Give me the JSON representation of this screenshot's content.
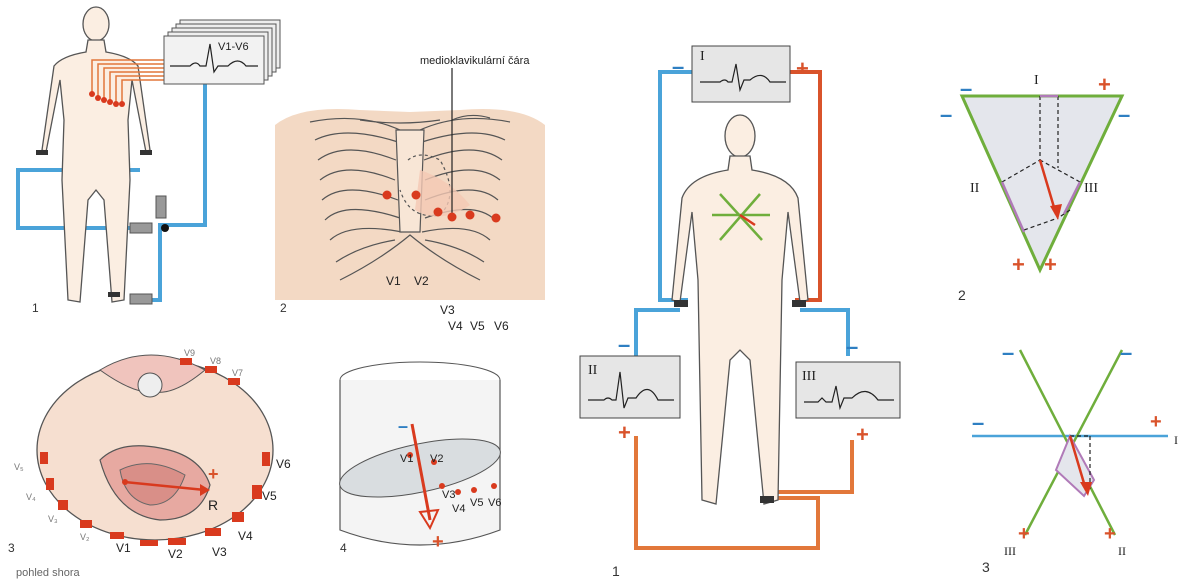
{
  "panel1": {
    "number": "1",
    "monitor_label": "V1-V6"
  },
  "panel2": {
    "number": "2",
    "annotation": "medioklavikulární čára",
    "leads": [
      "V1",
      "V2",
      "V3",
      "V4",
      "V5",
      "V6"
    ]
  },
  "panel3": {
    "number": "3",
    "caption": "pohled shora",
    "leads_front": [
      "V1",
      "V2",
      "V3",
      "V4",
      "V5",
      "V6"
    ],
    "leads_back": [
      "V7",
      "V8",
      "V9"
    ],
    "leads_right": [
      "V₁",
      "V₂",
      "V₃",
      "V₄",
      "V₅"
    ],
    "vector_label": "R",
    "plus": "+"
  },
  "panel4": {
    "number": "4",
    "leads": [
      "V1",
      "V2",
      "V3",
      "V4",
      "V5",
      "V6"
    ],
    "minus": "–",
    "plus": "+"
  },
  "einthoven_fig": {
    "number": "1",
    "lead_I": "I",
    "lead_II": "II",
    "lead_III": "III",
    "minus": "–",
    "plus": "+"
  },
  "triangle_fig": {
    "number": "2",
    "lead_I": "I",
    "lead_II": "II",
    "lead_III": "III",
    "minus": "–",
    "plus": "+"
  },
  "axes_fig": {
    "number": "3",
    "lead_I": "I",
    "lead_II": "II",
    "lead_III": "III",
    "minus": "–",
    "plus": "+"
  },
  "colors": {
    "blue_wire": "#4aa3d9",
    "red_wire": "#d9532b",
    "orange_wire": "#e2773a",
    "skin": "#fbeee2",
    "outline": "#444444",
    "electrode": "#d93a1e",
    "green": "#6fae3c",
    "violet": "#b07ab8",
    "minus_color": "#2e7fc2",
    "plus_color": "#d9532b"
  }
}
